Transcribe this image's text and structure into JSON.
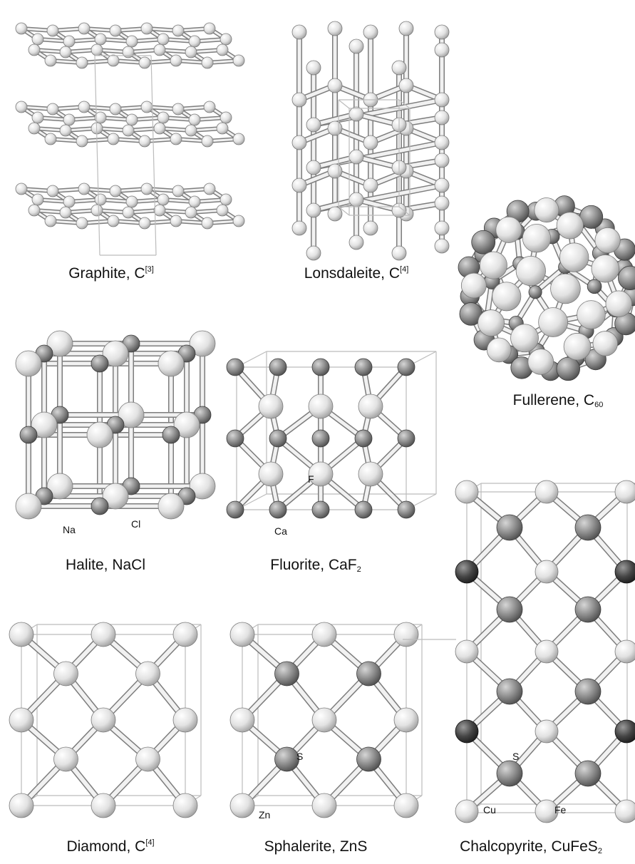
{
  "structures": {
    "graphite": {
      "name": "Graphite, C",
      "sup": "[3]"
    },
    "lonsdaleite": {
      "name": "Lonsdaleite, C",
      "sup": "[4]"
    },
    "fullerene": {
      "name": "Fullerene, C",
      "sub": "60"
    },
    "halite": {
      "name": "Halite, NaCl"
    },
    "fluorite": {
      "name": "Fluorite, CaF",
      "sub": "2"
    },
    "diamond": {
      "name": "Diamond, C",
      "sup": "[4]"
    },
    "sphalerite": {
      "name": "Sphalerite, ZnS"
    },
    "chalcopyrite": {
      "name": "Chalcopyrite, CuFeS",
      "sub": "2"
    }
  },
  "atom_labels": {
    "na": "Na",
    "cl": "Cl",
    "f": "F",
    "ca": "Ca",
    "zn": "Zn",
    "s_sph": "S",
    "s_chalco": "S",
    "cu": "Cu",
    "fe": "Fe"
  },
  "colors": {
    "light_atom": "#e4e4e4",
    "medium_atom": "#8c8c8c",
    "dark_atom": "#3a3a3a",
    "bond": "#bdbdbd",
    "cell_edge": "#bcbcbc"
  }
}
